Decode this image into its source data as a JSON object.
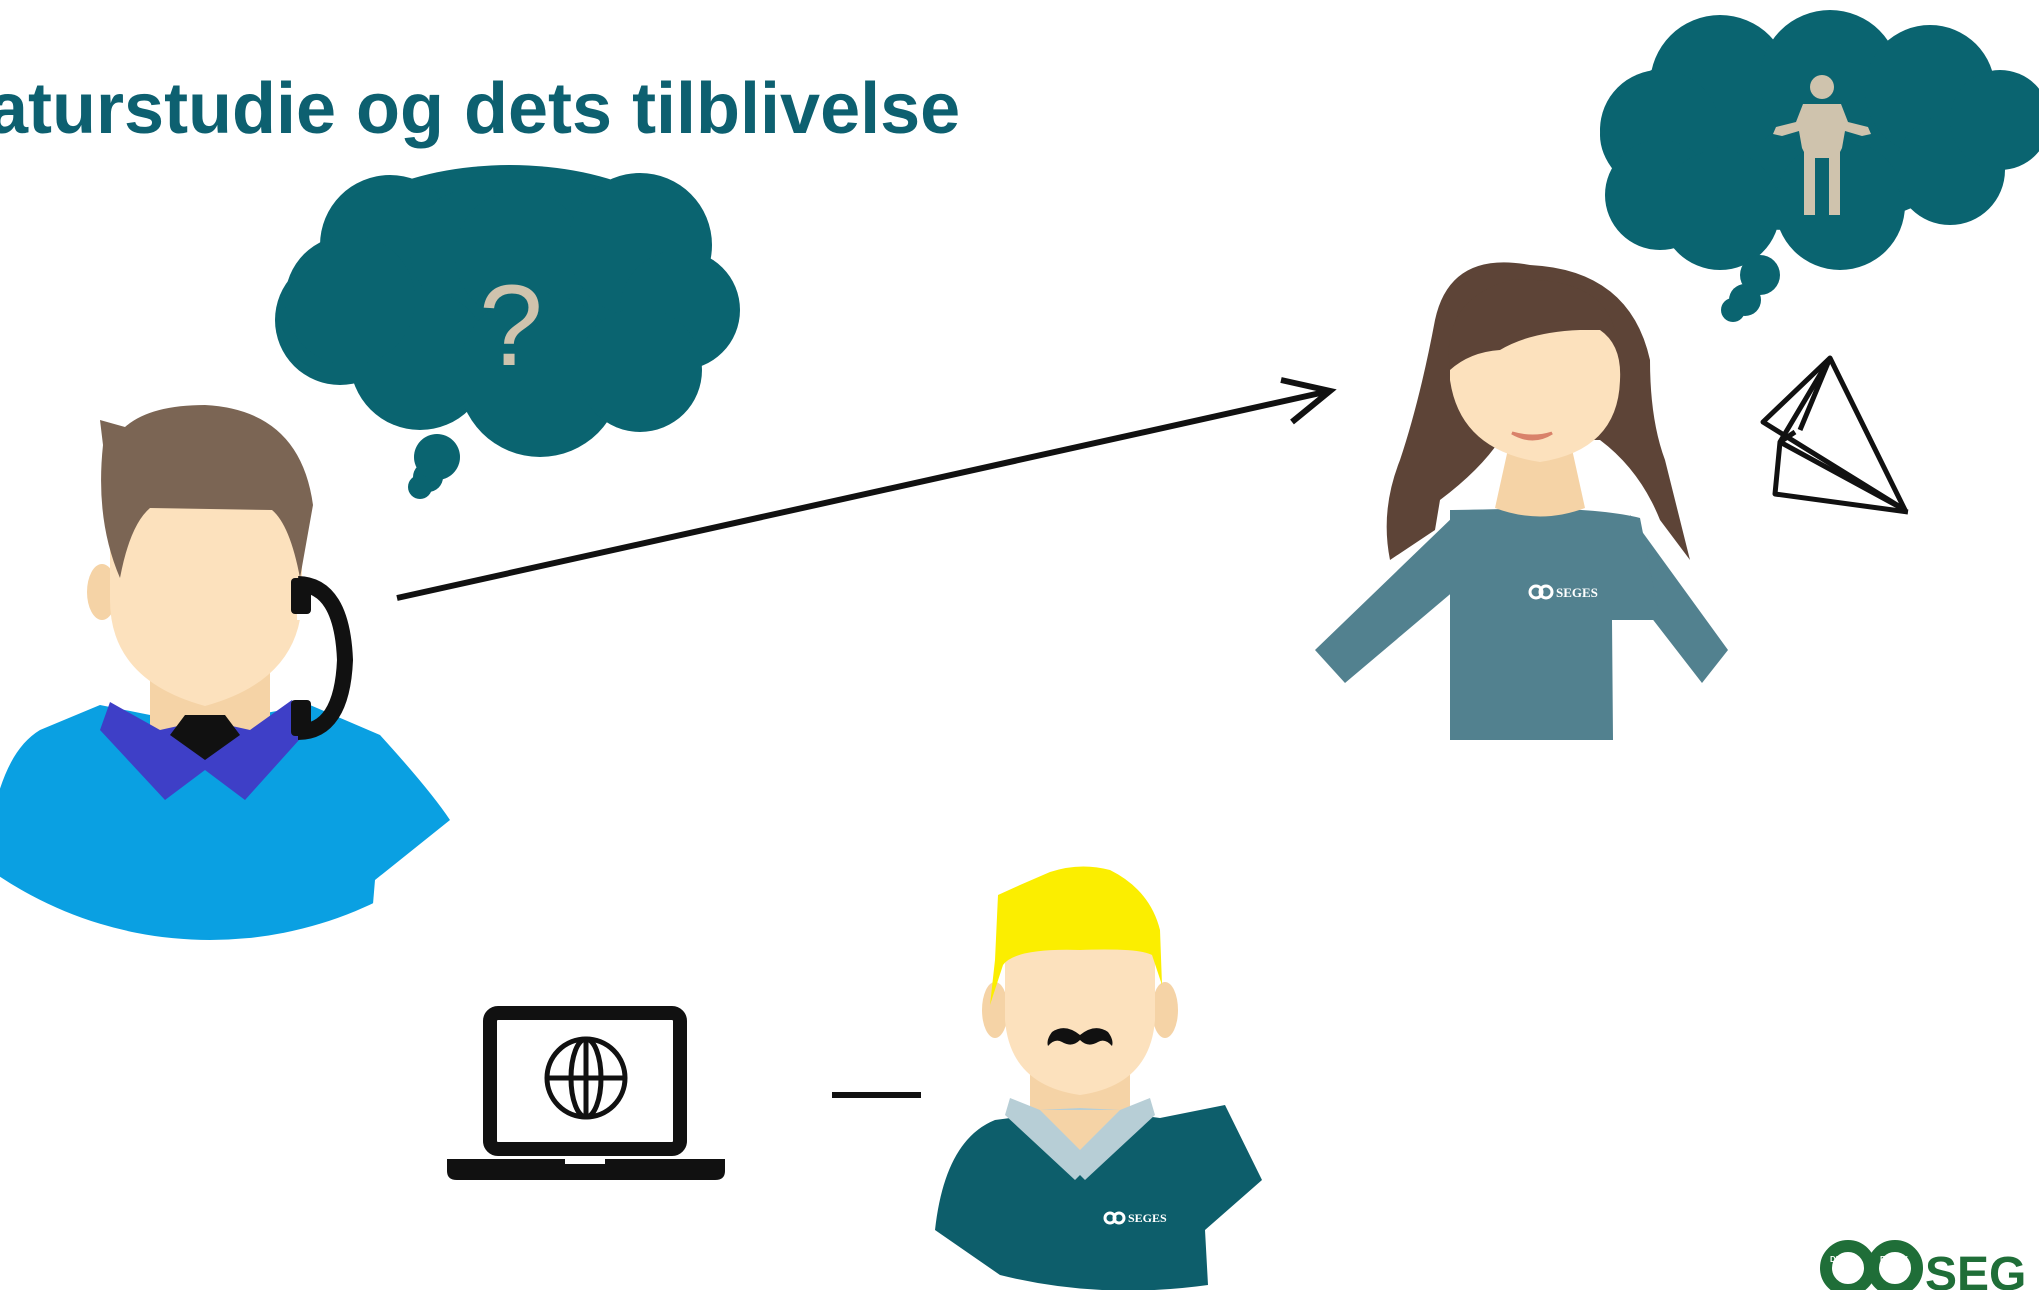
{
  "slide": {
    "title": "aturstudie og dets tilblivelse"
  },
  "thought_bubble_left": {
    "symbol": "?",
    "icon": "question-mark"
  },
  "thought_bubble_right": {
    "icon": "person-shrug-icon"
  },
  "shirt_logo": "SEGES",
  "corner_logo": {
    "wordmark": "SEG",
    "ring_text_left": "DBRUG",
    "ring_text_right": "FØDEV"
  },
  "colors": {
    "title": "#0d6070",
    "bubble": "#0a6470",
    "icon_beige": "#cfc3ad",
    "man_shirt": "#0aa0e2",
    "man_collar": "#3e3fc7",
    "woman_shirt": "#52818f",
    "advisor_shirt": "#0d5e6b",
    "logo_green": "#1f6e38"
  }
}
